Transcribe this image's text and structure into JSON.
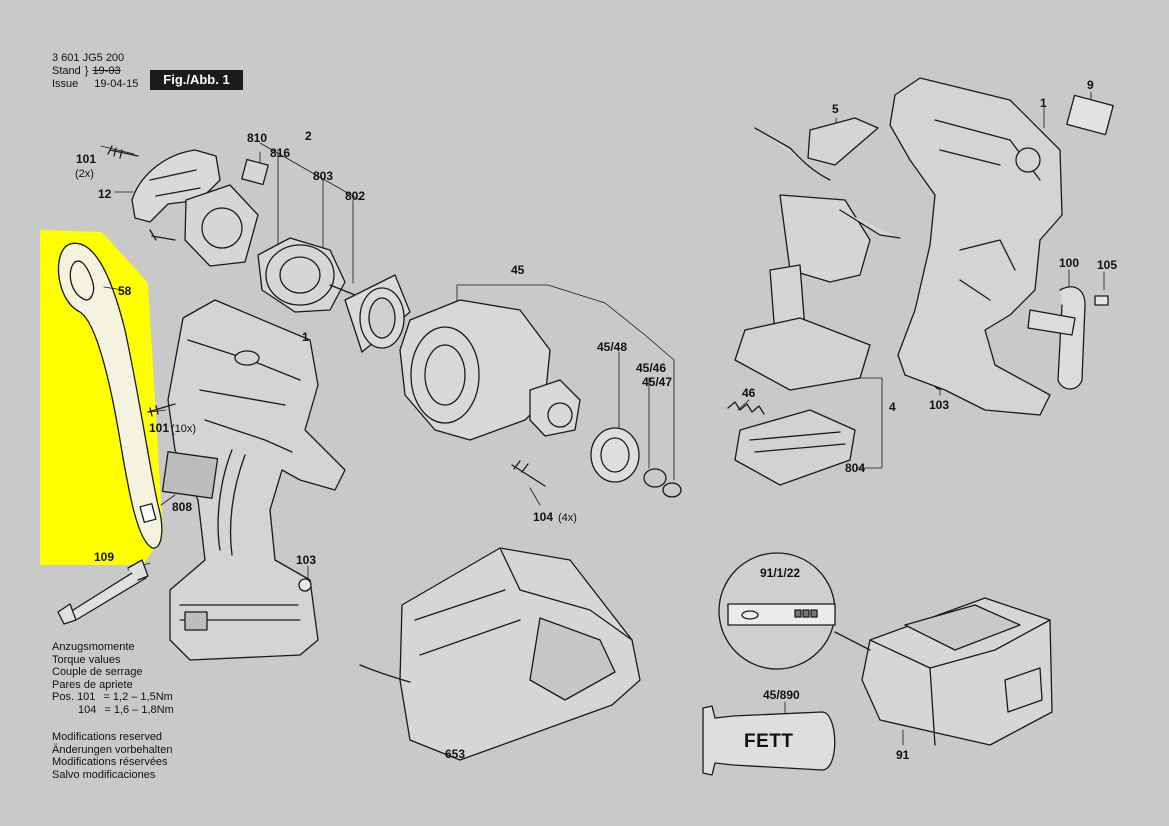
{
  "header": {
    "doc_code": "3 601 JG5 200",
    "stand_label": "Stand",
    "issue_label": "Issue",
    "stand_date": "19-03",
    "issue_date": "19-04-15",
    "figure": "Fig./Abb. 1"
  },
  "highlight_color": "#ffff00",
  "parts": {
    "p101a": "101",
    "p101a_note": "(2x)",
    "p12": "12",
    "p810": "810",
    "p816": "816",
    "p2": "2",
    "p803": "803",
    "p802": "802",
    "p58": "58",
    "p1a": "1",
    "p101b": "101",
    "p101b_note": "(10x)",
    "p808": "808",
    "p109": "109",
    "p103a": "103",
    "p45": "45",
    "p4548": "45/48",
    "p4546": "45/46",
    "p4547": "45/47",
    "p104": "104",
    "p104_note": "(4x)",
    "p5": "5",
    "p1b": "1",
    "p9": "9",
    "p100": "100",
    "p105": "105",
    "p46": "46",
    "p4": "4",
    "p103b": "103",
    "p804": "804",
    "p653": "653",
    "p91122": "91/1/22",
    "p45890": "45/890",
    "p91": "91"
  },
  "fett": "FETT",
  "torque": {
    "lines": [
      "Anzugsmomente",
      "Torque values",
      "Couple de serrage",
      "Pares de apriete"
    ],
    "pos101_label": "Pos. 101",
    "pos101_value": "= 1,2 – 1,5Nm",
    "pos104_label": "104",
    "pos104_value": "= 1,6 – 1,8Nm"
  },
  "modifications": [
    "Modifications reserved",
    "Änderungen vorbehalten",
    "Modifications réservées",
    "Salvo modificaciones"
  ]
}
